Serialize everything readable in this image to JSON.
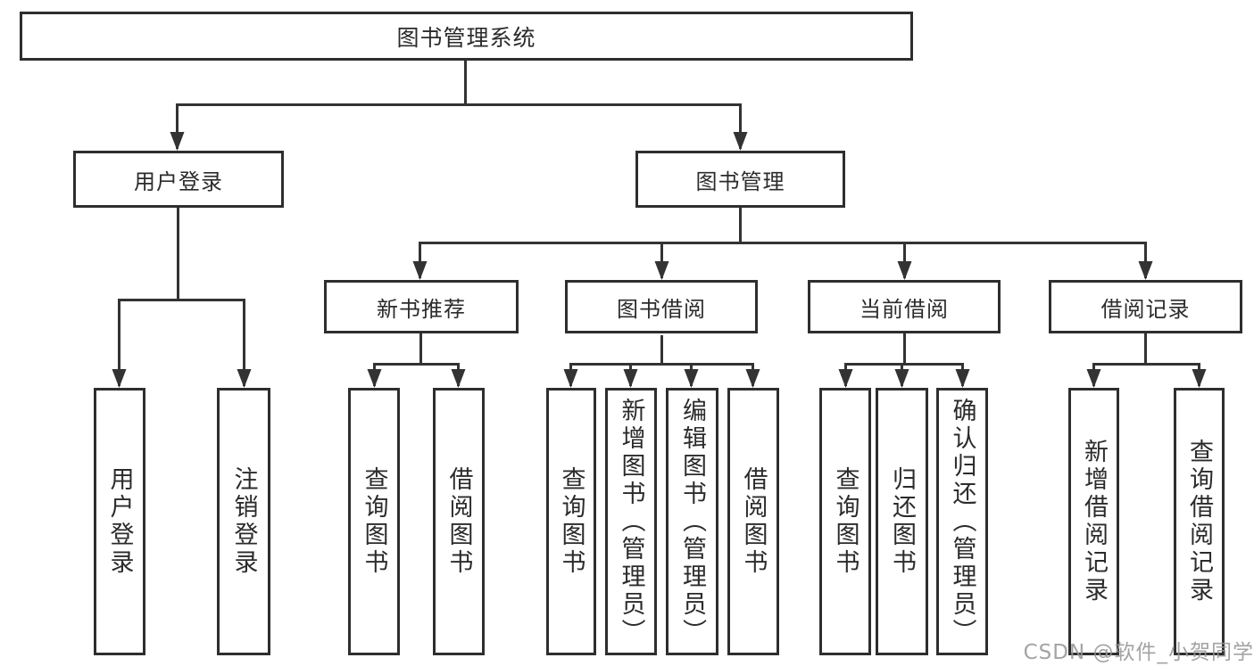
{
  "diagram": {
    "root": {
      "label": "图书管理系统"
    },
    "level2": [
      {
        "label": "用户登录"
      },
      {
        "label": "图书管理"
      }
    ],
    "level3": [
      {
        "label": "新书推荐",
        "parent": "图书管理"
      },
      {
        "label": "图书借阅",
        "parent": "图书管理"
      },
      {
        "label": "当前借阅",
        "parent": "图书管理"
      },
      {
        "label": "借阅记录",
        "parent": "图书管理"
      }
    ],
    "leaves": [
      {
        "label": "用户登录",
        "parent": "用户登录"
      },
      {
        "label": "注销登录",
        "parent": "用户登录"
      },
      {
        "label": "查询图书",
        "parent": "新书推荐"
      },
      {
        "label": "借阅图书",
        "parent": "新书推荐"
      },
      {
        "label": "查询图书",
        "parent": "图书借阅"
      },
      {
        "label": "新增图书（管理员）",
        "parent": "图书借阅"
      },
      {
        "label": "编辑图书（管理员）",
        "parent": "图书借阅"
      },
      {
        "label": "借阅图书",
        "parent": "图书借阅"
      },
      {
        "label": "查询图书",
        "parent": "当前借阅"
      },
      {
        "label": "归还图书",
        "parent": "当前借阅"
      },
      {
        "label": "确认归还（管理员）",
        "parent": "当前借阅"
      },
      {
        "label": "新增借阅记录",
        "parent": "借阅记录"
      },
      {
        "label": "查询借阅记录",
        "parent": "借阅记录"
      }
    ],
    "watermark": "CSDN @软件_小贺同学",
    "colors": {
      "line": "#333333",
      "box_border": "#2e2e2e",
      "text": "#2b2b2b",
      "watermark": "#969696",
      "background": "#ffffff"
    }
  }
}
